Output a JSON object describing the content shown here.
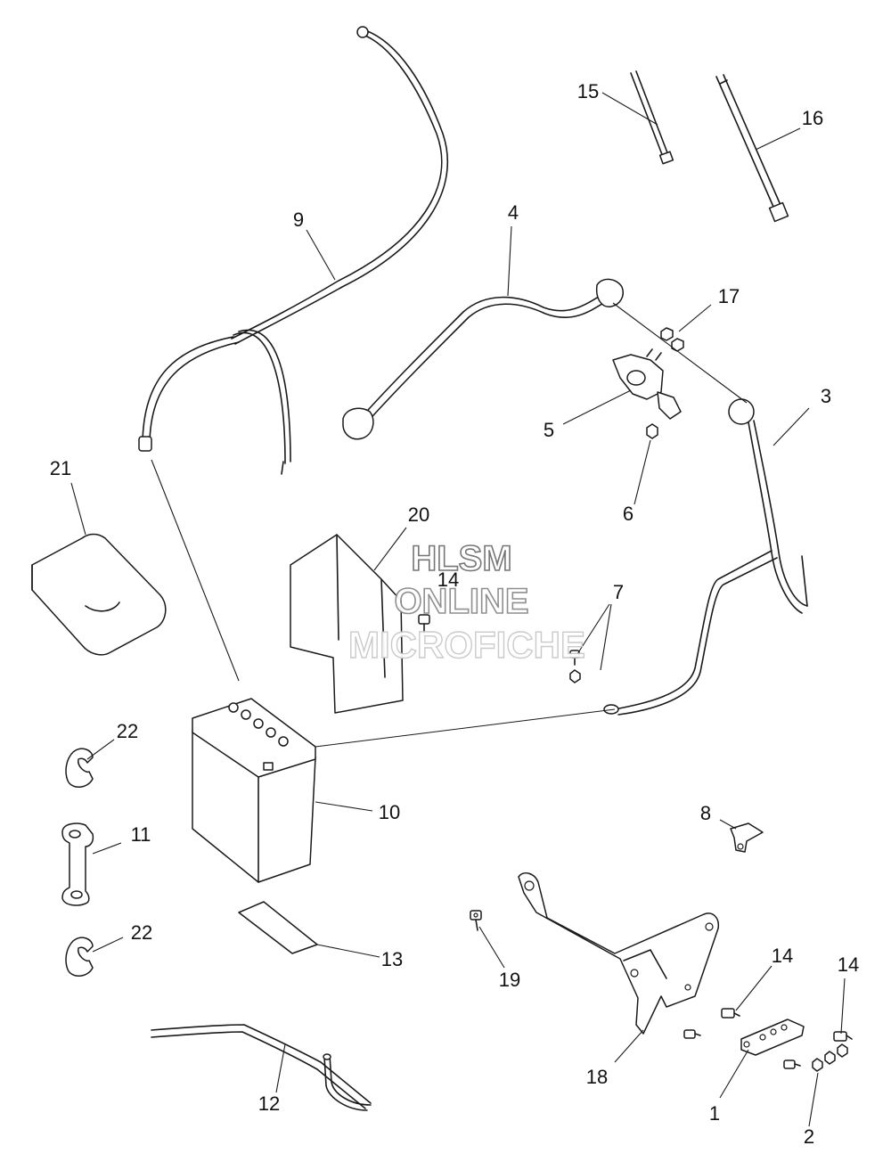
{
  "callouts": [
    "1",
    "2",
    "3",
    "4",
    "5",
    "6",
    "7",
    "8",
    "9",
    "10",
    "11",
    "12",
    "13",
    "14",
    "15",
    "16",
    "17",
    "18",
    "19",
    "20",
    "21",
    "22"
  ],
  "watermark": {
    "line1": "HLSM",
    "line2": "ONLINE",
    "line3": "MICROFICHE"
  }
}
